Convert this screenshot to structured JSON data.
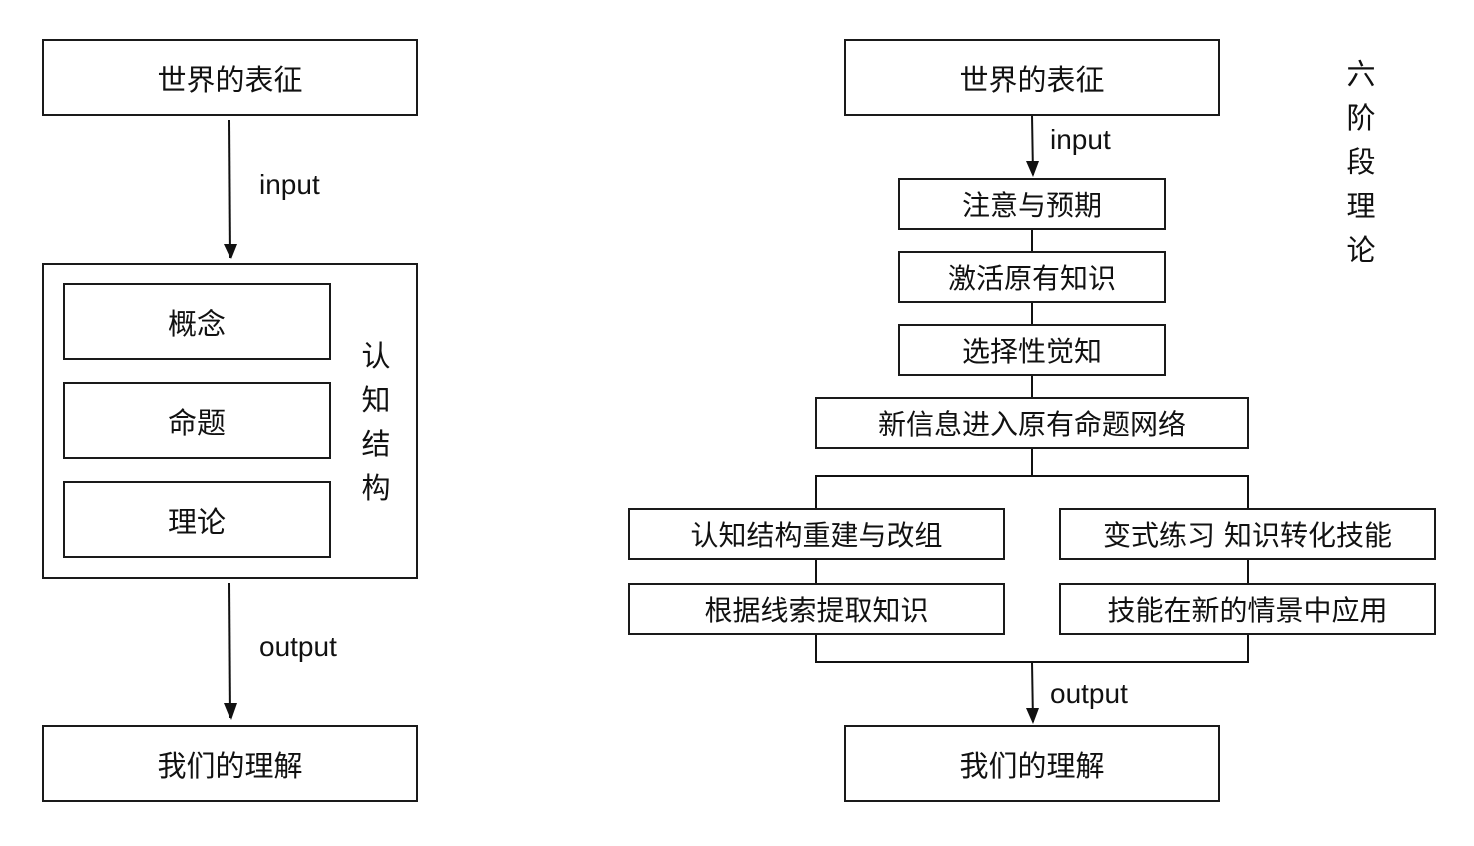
{
  "left_diagram": {
    "top_box": "世界的表征",
    "input_label": "input",
    "structure_items": [
      "概念",
      "命题",
      "理论"
    ],
    "structure_label": [
      "认",
      "知",
      "结",
      "构"
    ],
    "output_label": "output",
    "bottom_box": "我们的理解"
  },
  "right_diagram": {
    "top_box": "世界的表征",
    "input_label": "input",
    "side_label": [
      "六",
      "阶",
      "段",
      "理",
      "论"
    ],
    "stages": [
      "注意与预期",
      "激活原有知识",
      "选择性觉知",
      "新信息进入原有命题网络"
    ],
    "left_branch": [
      "认知结构重建与改组",
      "根据线索提取知识"
    ],
    "right_branch": [
      "变式练习 知识转化技能",
      "技能在新的情景中应用"
    ],
    "output_label": "output",
    "bottom_box": "我们的理解"
  }
}
